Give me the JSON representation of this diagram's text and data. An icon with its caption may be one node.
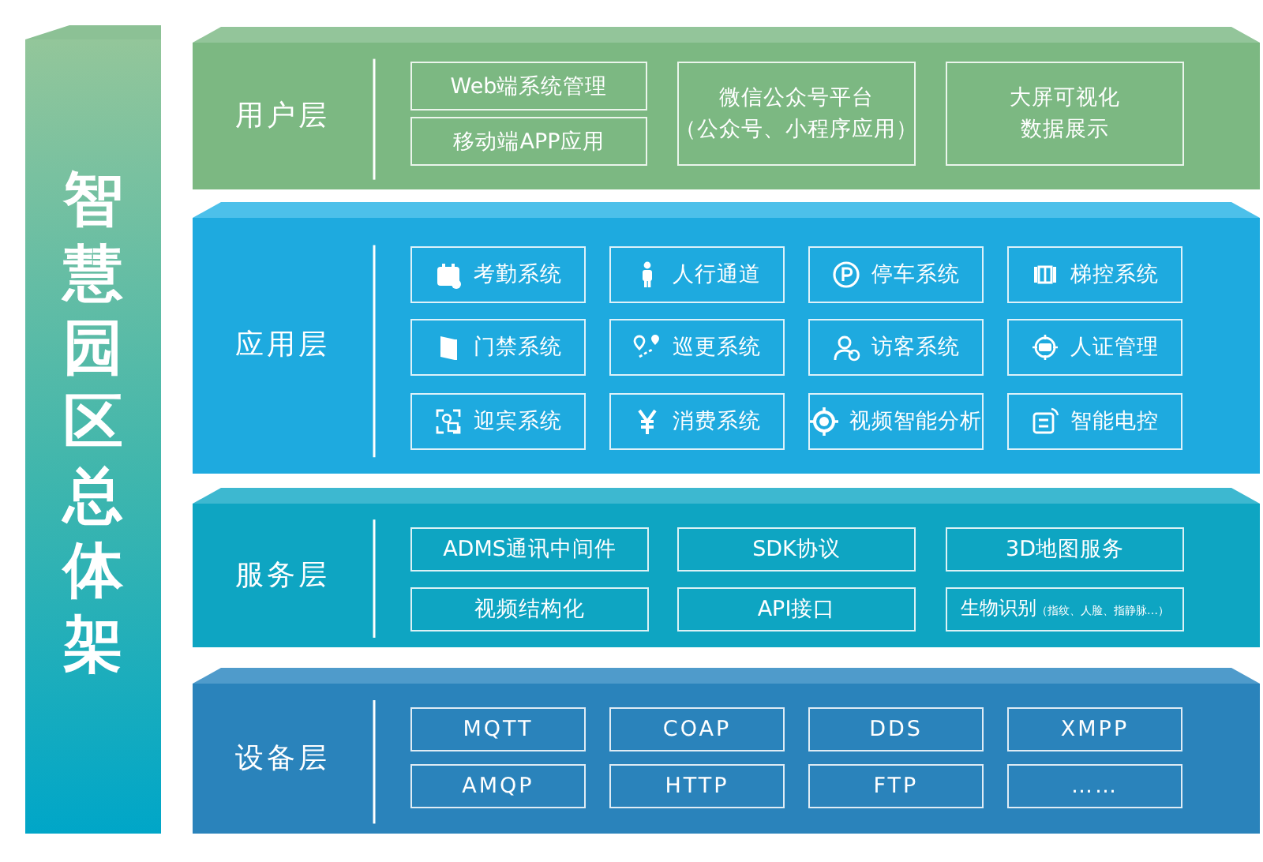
{
  "diagram": {
    "nodes": [
      {
        "text": [
          "智慧园区总体架"
        ]
      },
      {
        "text": [
          "用户层"
        ]
      },
      {
        "text": [
          "Web端系统管理"
        ],
        "in": 1
      },
      {
        "text": [
          "移动端APP应用"
        ],
        "in": 1
      },
      {
        "text": [
          "微信公众号平台（公众号、小程序应用）"
        ],
        "in": 1
      },
      {
        "text": [
          "大屏可视化数据展示"
        ],
        "in": 1
      },
      {
        "text": [
          "应用层"
        ]
      },
      {
        "text": [
          "考勤系统"
        ],
        "in": 6
      },
      {
        "text": [
          "人行通道"
        ],
        "in": 6
      },
      {
        "text": [
          "停车系统"
        ],
        "in": 6
      },
      {
        "text": [
          "梯控系统"
        ],
        "in": 6
      },
      {
        "text": [
          "门禁系统"
        ],
        "in": 6
      },
      {
        "text": [
          "巡更系统"
        ],
        "in": 6
      },
      {
        "text": [
          "访客系统"
        ],
        "in": 6
      },
      {
        "text": [
          "人证管理"
        ],
        "in": 6
      },
      {
        "text": [
          "迎宾系统"
        ],
        "in": 6
      },
      {
        "text": [
          "消费系统"
        ],
        "in": 6
      },
      {
        "text": [
          "视频智能分析"
        ],
        "in": 6
      },
      {
        "text": [
          "智能电控"
        ],
        "in": 6
      },
      {
        "text": [
          "服务层"
        ]
      },
      {
        "text": [
          "ADMS通讯中间件"
        ],
        "in": 19
      },
      {
        "text": [
          "SDK协议"
        ],
        "in": 19
      },
      {
        "text": [
          "3D地图服务"
        ],
        "in": 19
      },
      {
        "text": [
          "视频结构化"
        ],
        "in": 19
      },
      {
        "text": [
          "API接口"
        ],
        "in": 19
      },
      {
        "text": [
          "生物识别（指纹、人脸、指静脉…）"
        ],
        "in": 19
      },
      {
        "text": [
          "设备层"
        ]
      },
      {
        "text": [
          "MQTT"
        ],
        "in": 26
      },
      {
        "text": [
          "COAP"
        ],
        "in": 26
      },
      {
        "text": [
          "DDS"
        ],
        "in": 26
      },
      {
        "text": [
          "XMPP"
        ],
        "in": 26
      },
      {
        "text": [
          "AMQP"
        ],
        "in": 26
      },
      {
        "text": [
          "HTTP"
        ],
        "in": 26
      },
      {
        "text": [
          "FTP"
        ],
        "in": 26
      },
      {
        "text": [
          "……"
        ],
        "in": 26
      }
    ]
  }
}
